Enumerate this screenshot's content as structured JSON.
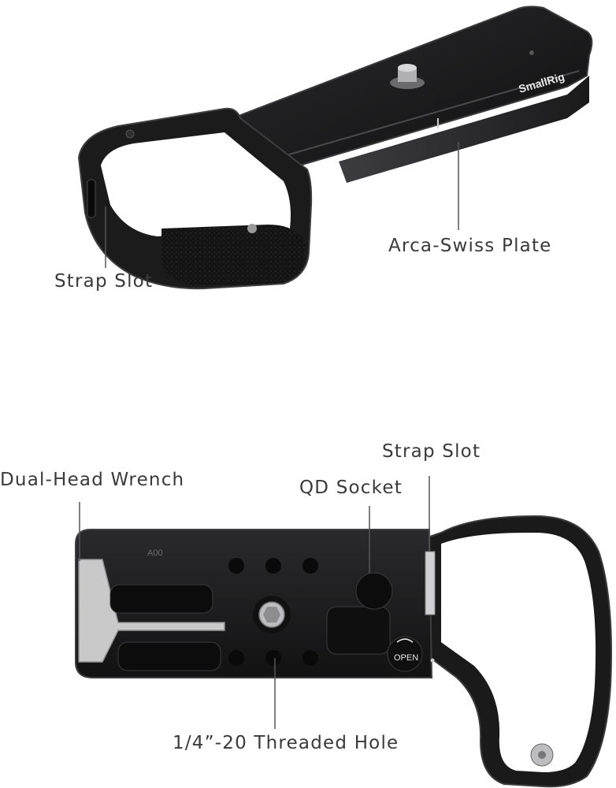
{
  "top_view": {
    "brand": "SmallRig",
    "callouts": {
      "arca_swiss": "Arca-Swiss Plate",
      "strap_slot": "Strap Slot"
    }
  },
  "bottom_view": {
    "engraving": "A00",
    "open_mark": "OPEN",
    "callouts": {
      "strap_slot": "Strap Slot",
      "dual_head_wrench": "Dual-Head Wrench",
      "qd_socket": "QD Socket",
      "threaded_hole": "1/4”-20 Threaded Hole"
    }
  },
  "colors": {
    "metal": "#1c1c1e",
    "metal_edge": "#3a3a3c",
    "grip": "#151515",
    "label": "#3a3a3a",
    "wrench": "#c9c9c9"
  }
}
